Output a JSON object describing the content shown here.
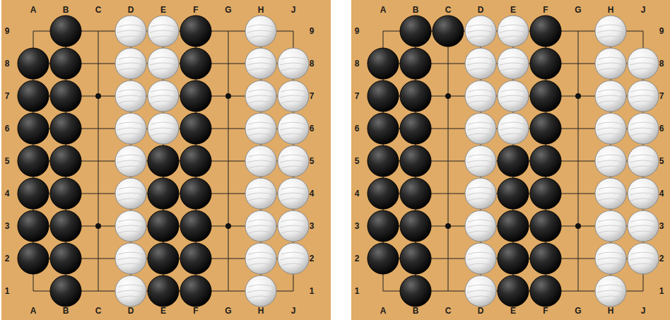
{
  "diagram": {
    "labels": [
      "A",
      "B",
      "C",
      "D",
      "E",
      "F",
      "G",
      "H",
      "J",
      "9",
      "9",
      "8",
      "8",
      "7",
      "7",
      "6",
      "6",
      "5",
      "5",
      "4",
      "4",
      "3",
      "3",
      "2",
      "2",
      "1",
      "1",
      "A",
      "B",
      "C",
      "D",
      "E",
      "F",
      "G",
      "H",
      "J",
      "A",
      "B",
      "C",
      "D",
      "E",
      "F",
      "G",
      "H",
      "J",
      "9",
      "9",
      "8",
      "8",
      "7",
      "7",
      "6",
      "6",
      "5",
      "5",
      "4",
      "4",
      "3",
      "3",
      "2",
      "2",
      "1",
      "1",
      "A",
      "B",
      "C",
      "D",
      "E",
      "F",
      "G",
      "H",
      "J"
    ]
  }
}
